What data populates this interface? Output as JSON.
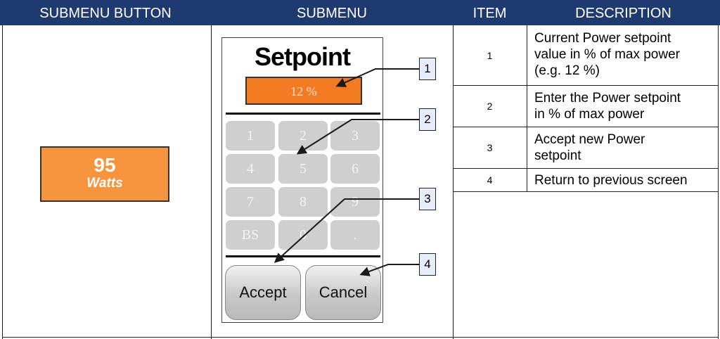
{
  "headers": [
    "SUBMENU BUTTON",
    "SUBMENU",
    "ITEM",
    "DESCRIPTION"
  ],
  "submenu_button": {
    "value": "95",
    "unit": "Watts",
    "color": "#f7943d"
  },
  "submenu": {
    "title": "Setpoint",
    "field_value": "12 %",
    "keys": [
      "1",
      "2",
      "3",
      "4",
      "5",
      "6",
      "7",
      "8",
      "9",
      "BS",
      "0",
      "."
    ],
    "accept_label": "Accept",
    "cancel_label": "Cancel"
  },
  "callouts": [
    "1",
    "2",
    "3",
    "4"
  ],
  "rows": [
    {
      "item": "1",
      "description": [
        "Current Power setpoint",
        "value in % of max power",
        "(e.g. 12 %)"
      ]
    },
    {
      "item": "2",
      "description": [
        "Enter the Power setpoint",
        "in % of max power"
      ]
    },
    {
      "item": "3",
      "description": [
        "Accept new Power",
        "setpoint"
      ]
    },
    {
      "item": "4",
      "description": [
        "Return to previous screen"
      ]
    }
  ],
  "colors": {
    "header": "#1f3a6e",
    "accent": "#f47b24",
    "callout": "#e6eefb"
  }
}
